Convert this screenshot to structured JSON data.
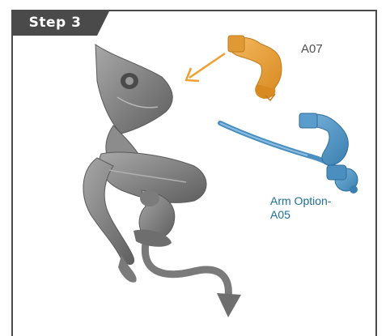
{
  "step": {
    "label": "Step 3"
  },
  "parts": {
    "a07": {
      "label": "A07",
      "color": "#e8a13a"
    },
    "a05": {
      "label": "Arm Option-\nA05",
      "line1": "Arm Option-",
      "line2": "A05",
      "color": "#4a8fc0"
    }
  },
  "colors": {
    "frame": "#4a4a4a",
    "tab": "#4a4a4a",
    "arrow": "#f0a030",
    "miniature": "#8a8a8a",
    "label_a05": "#1f6f9a"
  },
  "icons": {
    "arrow": "arrow-down-left-icon"
  }
}
